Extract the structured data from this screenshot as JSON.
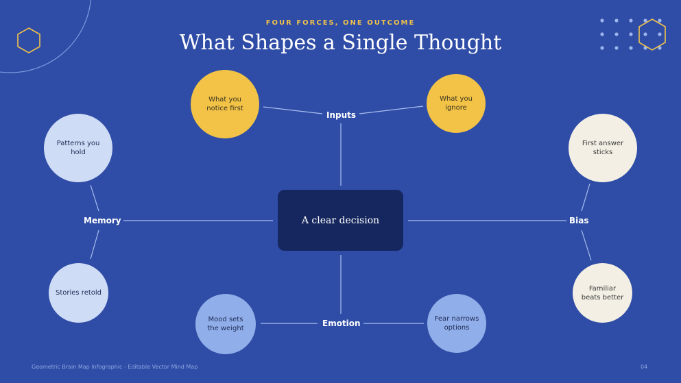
{
  "header": {
    "kicker": "FOUR FORCES, ONE OUTCOME",
    "title": "What Shapes a Single Thought"
  },
  "center": {
    "label": "A clear decision"
  },
  "branches": {
    "inputs": {
      "label": "Inputs",
      "items": [
        "What you notice first",
        "What you ignore"
      ]
    },
    "memory": {
      "label": "Memory",
      "items": [
        "Patterns you hold",
        "Stories retold"
      ]
    },
    "bias": {
      "label": "Bias",
      "items": [
        "First answer sticks",
        "Familiar beats better"
      ]
    },
    "emotion": {
      "label": "Emotion",
      "items": [
        "Mood sets the weight",
        "Fear narrows options"
      ]
    }
  },
  "nodes": {
    "n1": {
      "l1": "What you",
      "l2": "notice first"
    },
    "n2": {
      "l1": "What you",
      "l2": "ignore"
    },
    "n3": {
      "l1": "Patterns you",
      "l2": "hold"
    },
    "n4": {
      "l1": "Stories retold"
    },
    "n5": {
      "l1": "First answer",
      "l2": "sticks"
    },
    "n6": {
      "l1": "Familiar",
      "l2": "beats better"
    },
    "n7": {
      "l1": "Mood sets",
      "l2": "the weight"
    },
    "n8": {
      "l1": "Fear narrows",
      "l2": "options"
    }
  },
  "footer": {
    "caption": "Geometric Brain Map Infographic - Editable Vector Mind Map",
    "page": "04"
  },
  "colors": {
    "background": "#2f4da6",
    "accent_yellow": "#f2c346",
    "center_fill": "#16275f",
    "light_blue": "#cfdcf6",
    "mid_blue": "#90aee9",
    "cream": "#f3efe4"
  }
}
